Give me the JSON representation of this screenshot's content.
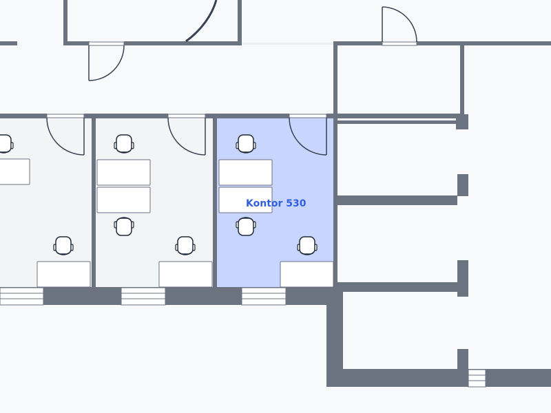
{
  "floorplan": {
    "selected_room_label": "Kontor 530",
    "colors": {
      "background": "#f8f9fb",
      "room_fill": "#f3f4f6",
      "selected_room_fill": "#c8d5fe",
      "selected_room_label": "#2f5fe0",
      "wall": "#6b7280",
      "furniture_fill": "#ffffff",
      "furniture_stroke": "#6b7280",
      "chair_stroke": "#1f2937"
    },
    "rooms": [
      {
        "name": "office-left-partial",
        "selected": false
      },
      {
        "name": "office-middle",
        "selected": false
      },
      {
        "name": "office-530",
        "selected": true
      }
    ],
    "icons": [
      "door-swing-icon",
      "office-chair-icon",
      "desk-icon",
      "window-icon"
    ]
  }
}
